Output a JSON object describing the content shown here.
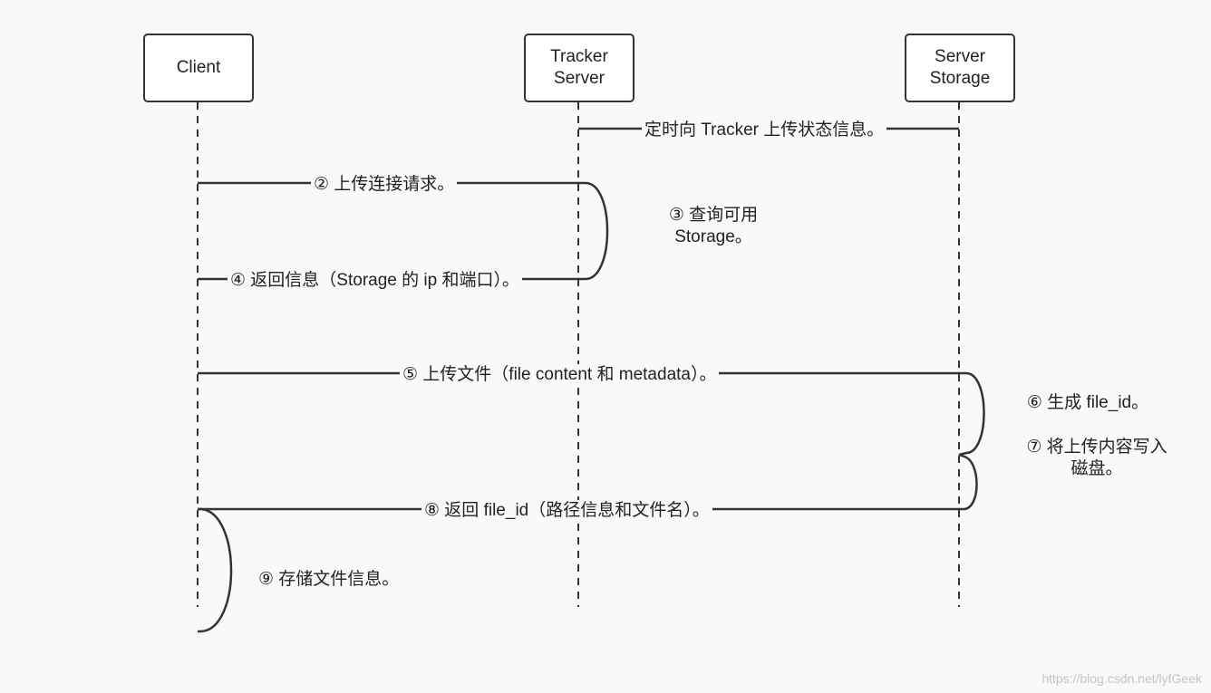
{
  "participants": {
    "client": {
      "lines": [
        "Client"
      ]
    },
    "tracker": {
      "lines": [
        "Tracker",
        "Server"
      ]
    },
    "storage": {
      "lines": [
        "Server",
        "Storage"
      ]
    }
  },
  "messages": {
    "m1": "定时向 Tracker 上传状态信息。",
    "m2": "② 上传连接请求。",
    "m4": "④ 返回信息（Storage 的 ip 和端口）。",
    "m5": "⑤ 上传文件（file content 和 metadata）。",
    "m8": "⑧ 返回 file_id（路径信息和文件名）。"
  },
  "notes": {
    "n3": [
      "③ 查询可用",
      "Storage。"
    ],
    "n6": [
      "⑥ 生成 file_id。"
    ],
    "n7": [
      "⑦ 将上传内容写入",
      "磁盘。"
    ],
    "n9": [
      "⑨ 存储文件信息。"
    ]
  },
  "watermark": "https://blog.csdn.net/lyfGeek",
  "colors": {
    "line": "#333333",
    "background": "#f9f9f9"
  }
}
